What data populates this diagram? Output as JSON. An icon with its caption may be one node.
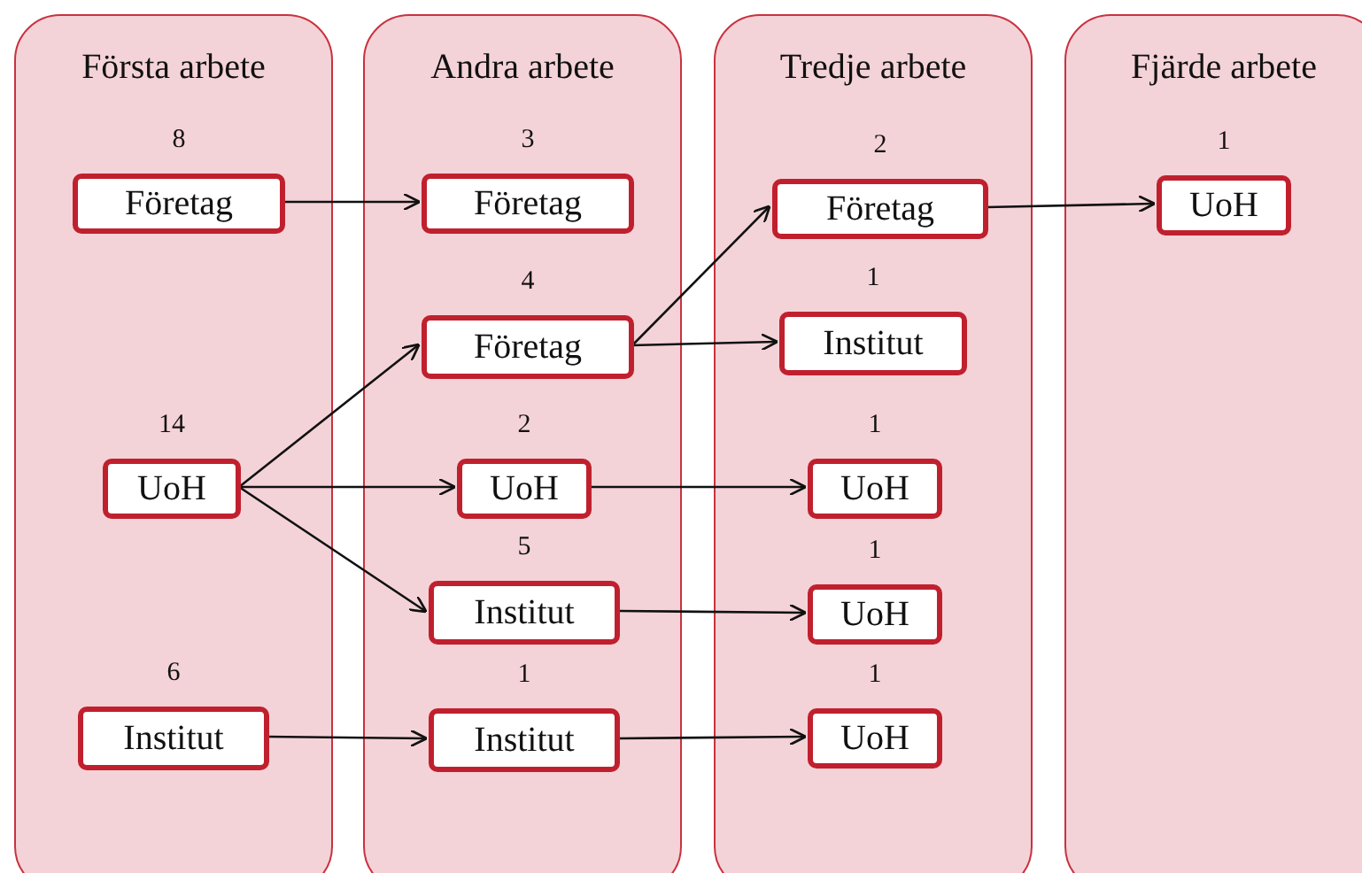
{
  "diagram": {
    "nodes": [
      {
        "text": [
          "Första arbete"
        ]
      },
      {
        "text": [
          "Företag"
        ],
        "in": 0,
        "beside": [
          "8"
        ]
      },
      {
        "text": [
          "UoH"
        ],
        "in": 0,
        "beside": [
          "14"
        ]
      },
      {
        "text": [
          "Institut"
        ],
        "in": 0,
        "beside": [
          "6"
        ]
      },
      {
        "text": [
          "Andra arbete"
        ]
      },
      {
        "text": [
          "Företag"
        ],
        "in": 4,
        "beside": [
          "3"
        ]
      },
      {
        "text": [
          "Företag"
        ],
        "in": 4,
        "beside": [
          "4"
        ]
      },
      {
        "text": [
          "UoH"
        ],
        "in": 4,
        "beside": [
          "2"
        ]
      },
      {
        "text": [
          "Institut"
        ],
        "in": 4,
        "beside": [
          "5"
        ]
      },
      {
        "text": [
          "Institut"
        ],
        "in": 4,
        "beside": [
          "1"
        ]
      },
      {
        "text": [
          "Tredje arbete"
        ]
      },
      {
        "text": [
          "Företag"
        ],
        "in": 10,
        "beside": [
          "2"
        ]
      },
      {
        "text": [
          "Institut"
        ],
        "in": 10,
        "beside": [
          "1"
        ]
      },
      {
        "text": [
          "UoH"
        ],
        "in": 10,
        "beside": [
          "1"
        ]
      },
      {
        "text": [
          "UoH"
        ],
        "in": 10,
        "beside": [
          "1"
        ]
      },
      {
        "text": [
          "UoH"
        ],
        "in": 10,
        "beside": [
          "1"
        ]
      },
      {
        "text": [
          "Fjärde arbete"
        ]
      },
      {
        "text": [
          "UoH"
        ],
        "in": 16,
        "beside": [
          "1"
        ]
      }
    ],
    "edges": [
      {
        "from": 1,
        "to": 5,
        "arrow": "to"
      },
      {
        "from": 2,
        "to": 6,
        "arrow": "to"
      },
      {
        "from": 2,
        "to": 7,
        "arrow": "to"
      },
      {
        "from": 2,
        "to": 8,
        "arrow": "to"
      },
      {
        "from": 3,
        "to": 9,
        "arrow": "to"
      },
      {
        "from": 6,
        "to": 11,
        "arrow": "to"
      },
      {
        "from": 6,
        "to": 12,
        "arrow": "to"
      },
      {
        "from": 7,
        "to": 13,
        "arrow": "to"
      },
      {
        "from": 8,
        "to": 14,
        "arrow": "to"
      },
      {
        "from": 9,
        "to": 15,
        "arrow": "to"
      },
      {
        "from": 11,
        "to": 17,
        "arrow": "to"
      }
    ]
  }
}
